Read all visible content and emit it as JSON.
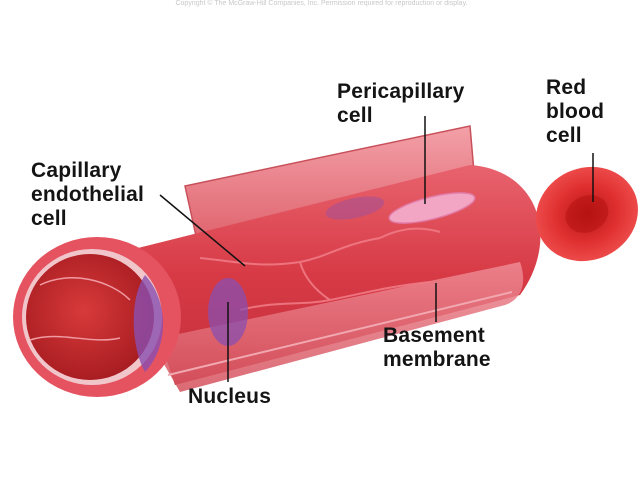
{
  "header": {
    "copyright": "Copyright © The McGraw-Hill Companies, Inc. Permission required for reproduction or display."
  },
  "labels": {
    "capillary_endothelial_cell": "Capillary\nendothelial\ncell",
    "pericapillary_cell": "Pericapillary\ncell",
    "red_blood_cell": "Red\nblood\ncell",
    "nucleus": "Nucleus",
    "basement_membrane": "Basement\nmembrane"
  },
  "colors": {
    "vessel_wall": "#d9454f",
    "vessel_wall_light": "#ec7e88",
    "lumen": "#c92a2d",
    "nucleus": "#8a4fb0",
    "red_blood_cell": "#d81f1f",
    "pericapillary_cell": "#f2a6c4",
    "label_text": "#141414"
  }
}
